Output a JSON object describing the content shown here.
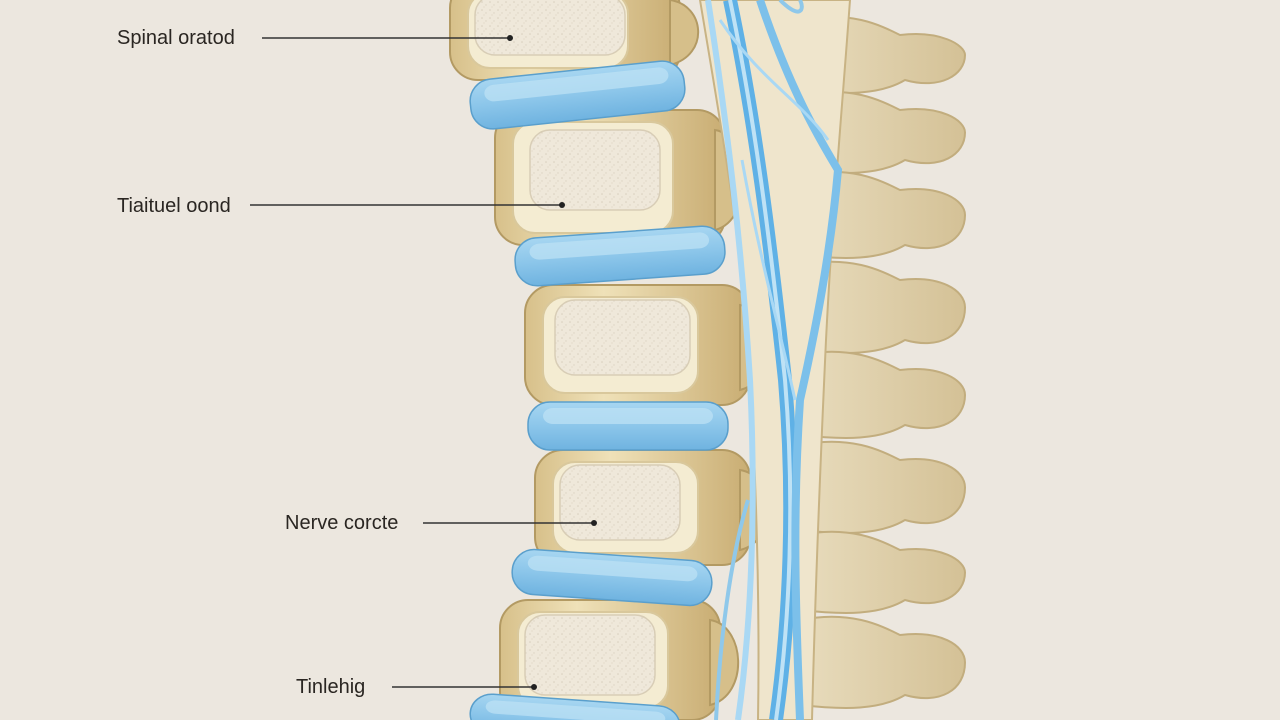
{
  "labels": [
    {
      "id": "label-1",
      "text": "Spinal oratod"
    },
    {
      "id": "label-2",
      "text": "Tiaituel oond"
    },
    {
      "id": "label-3",
      "text": "Nerve corcte"
    },
    {
      "id": "label-4",
      "text": "Tinlehig"
    }
  ],
  "colors": {
    "background": "#ece7df",
    "bone": "#e9d9ae",
    "bone_shadow": "#c9b07a",
    "bone_outline": "#b39a63",
    "marrow": "#f1ebdf",
    "disc": "#8fc8ea",
    "disc_light": "#bfe2f5",
    "nerve": "#5fb1e6",
    "nerve_light": "#a9d8f4",
    "leader": "#333333"
  },
  "icons": [
    "vertebra-shape",
    "intervertebral-disc-shape",
    "spinal-cord-shape"
  ]
}
